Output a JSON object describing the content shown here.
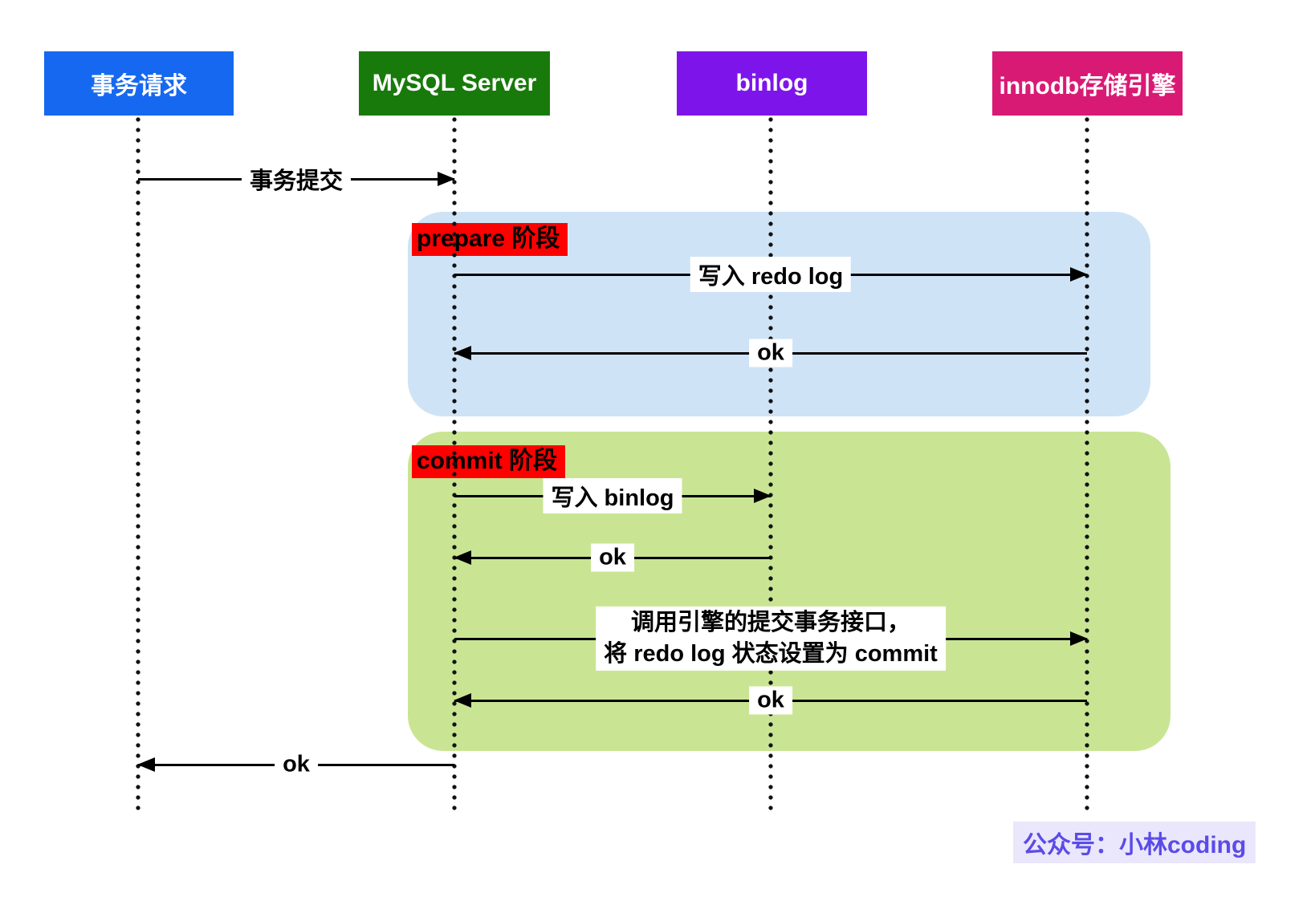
{
  "actors": [
    {
      "id": "transaction-request",
      "label": "事务请求",
      "color": "#1668f0"
    },
    {
      "id": "mysql-server",
      "label": "MySQL Server",
      "color": "#187a0b"
    },
    {
      "id": "binlog",
      "label": "binlog",
      "color": "#7d15eb"
    },
    {
      "id": "innodb-engine",
      "label": "innodb存储引擎",
      "color": "#d91a74"
    }
  ],
  "phases": [
    {
      "label": "prepare 阶段",
      "bg": "#cfe3f6",
      "label_bg": "#ff0000"
    },
    {
      "label": "commit 阶段",
      "bg": "#c9e593",
      "label_bg": "#ff0000"
    }
  ],
  "messages": {
    "commit_request": "事务提交",
    "write_redo_log": "写入 redo log",
    "redo_ok": "ok",
    "write_binlog": "写入 binlog",
    "binlog_ok": "ok",
    "commit_engine_line1": "调用引擎的提交事务接口，",
    "commit_engine_line2": "将 redo log 状态设置为 commit",
    "engine_ok": "ok",
    "final_ok": "ok"
  },
  "footer": {
    "text": "公众号：小林coding",
    "color": "#5b4be8",
    "bg": "#eae7fc"
  }
}
